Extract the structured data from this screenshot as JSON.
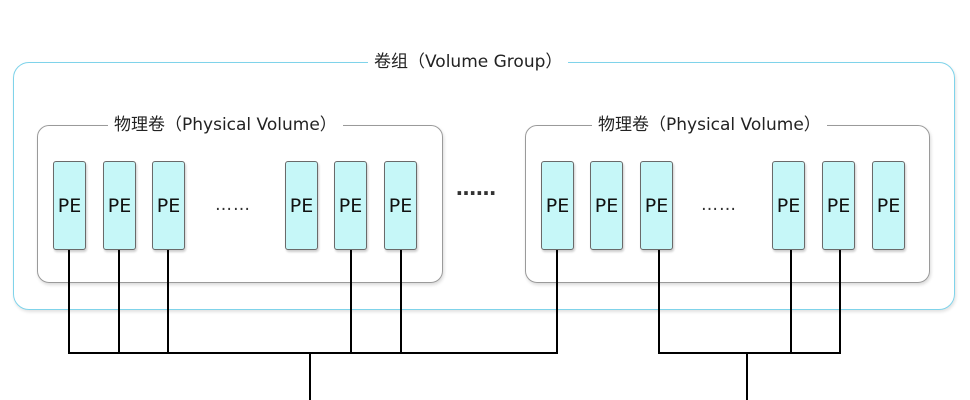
{
  "volume_group": {
    "label": "卷组（Volume Group）"
  },
  "physical_volumes": [
    {
      "label": "物理卷（Physical Volume）",
      "extents": [
        "PE",
        "PE",
        "PE",
        "PE",
        "PE",
        "PE"
      ],
      "ellipsis": "……"
    },
    {
      "label": "物理卷（Physical Volume）",
      "extents": [
        "PE",
        "PE",
        "PE",
        "PE",
        "PE",
        "PE"
      ],
      "ellipsis": "……"
    }
  ],
  "between_volumes_ellipsis": "……",
  "colors": {
    "volume_group_border": "#7fd3ea",
    "physical_volume_border": "#9a9a9a",
    "extent_fill": "#c6f7f8",
    "connector": "#000000"
  }
}
